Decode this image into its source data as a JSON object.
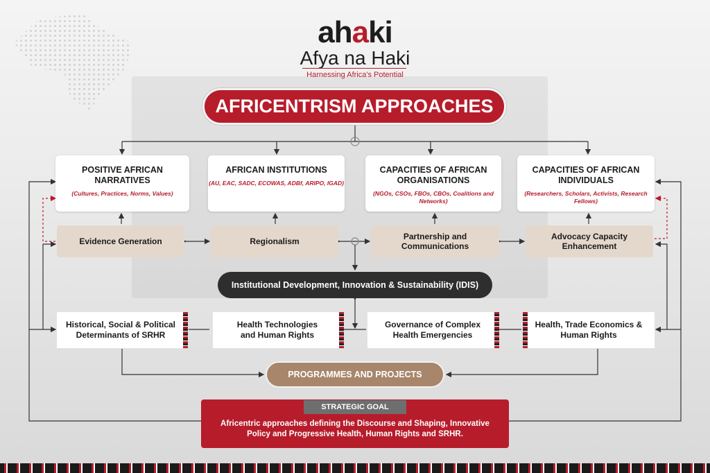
{
  "logo": {
    "word_start": "ah",
    "word_accent": "a",
    "word_end": "ki",
    "subtitle": "Afya na Haki",
    "tagline": "Harnessing Africa's Potential"
  },
  "title": "AFRICENTRISM APPROACHES",
  "pillars": [
    {
      "heading": "POSITIVE AFRICAN NARRATIVES",
      "sub": "(Cultures, Practices, Norms, Values)"
    },
    {
      "heading": "AFRICAN INSTITUTIONS",
      "sub": "(AU, EAC, SADC, ECOWAS, ADBf, ARIPO, IGAD)"
    },
    {
      "heading": "CAPACITIES OF AFRICAN ORGANISATIONS",
      "sub": "(NGOs, CSOs, FBOs, CBOs, Coalitions and Networks)"
    },
    {
      "heading": "CAPACITIES OF AFRICAN INDIVIDUALS",
      "sub": "(Researchers, Scholars, Activists, Research Fellows)"
    }
  ],
  "strategies": [
    "Evidence Generation",
    "Regionalism",
    "Partnership and Communications",
    "Advocacy Capacity Enhancement"
  ],
  "idis": "Institutional Development, Innovation & Sustainability (IDIS)",
  "thematic": [
    "Historical, Social & Political Determinants of SRHR",
    "Health Technologies and Human Rights",
    "Governance of Complex Health Emergencies",
    "Health, Trade Economics & Human Rights"
  ],
  "programmes": "PROGRAMMES AND PROJECTS",
  "goal": {
    "label": "STRATEGIC GOAL",
    "text": "Africentric approaches defining the Discourse and Shaping, Innovative Policy and  Progressive Health, Human Rights and SRHR."
  },
  "colors": {
    "accent": "#b71c2b",
    "beige": "#e4d8cc",
    "dark": "#2e2e2e",
    "programmes": "#a8866b"
  }
}
